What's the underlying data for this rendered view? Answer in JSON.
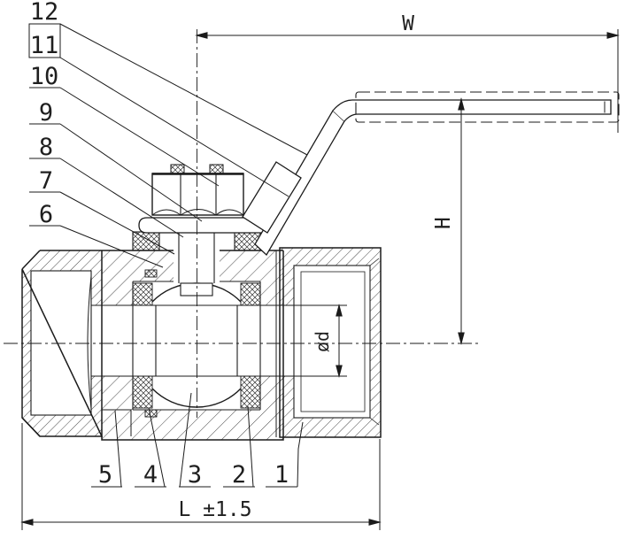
{
  "dimensions": {
    "width_label": "W",
    "height_label": "H",
    "bore_label": "ød",
    "length_label": "L ±1.5"
  },
  "callouts": {
    "left": [
      {
        "label": "12"
      },
      {
        "label": "11"
      },
      {
        "label": "10"
      },
      {
        "label": "9"
      },
      {
        "label": "8"
      },
      {
        "label": "7"
      },
      {
        "label": "6"
      }
    ],
    "bottom": [
      {
        "label": "5"
      },
      {
        "label": "4"
      },
      {
        "label": "3"
      },
      {
        "label": "2"
      },
      {
        "label": "1"
      }
    ]
  },
  "colors": {
    "line": "#1b1b1b",
    "hatch": "#333333",
    "background": "#ffffff"
  }
}
